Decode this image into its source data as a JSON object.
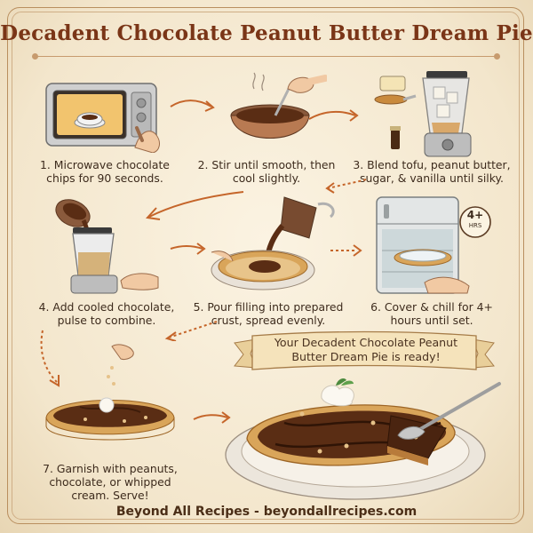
{
  "title": "Decadent Chocolate Peanut Butter Dream Pie",
  "steps": [
    {
      "text": "1. Microwave chocolate chips for 90 seconds."
    },
    {
      "text": "2. Stir until smooth, then cool slightly."
    },
    {
      "text": "3. Blend tofu, peanut butter, sugar, & vanilla until silky."
    },
    {
      "text": "4. Add cooled chocolate, pulse to combine."
    },
    {
      "text": "5. Pour filling into prepared crust, spread evenly."
    },
    {
      "text": "6. Cover & chill for 4+ hours until set."
    },
    {
      "text": "7. Garnish with peanuts, chocolate, or whipped cream. Serve!"
    }
  ],
  "chill_badge": {
    "time": "4+",
    "unit": "HRS"
  },
  "banner": "Your Decadent Chocolate Peanut Butter Dream Pie is ready!",
  "footer": "Beyond All Recipes - beyondallrecipes.com",
  "colors": {
    "title": "#7a3517",
    "chocolate": "#5a2d14",
    "crust": "#d9a55a",
    "parchment": "#f6ecd6"
  }
}
